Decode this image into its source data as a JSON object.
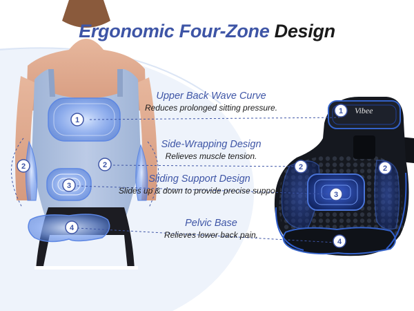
{
  "title": {
    "part1": "Ergonomic Four-Zone",
    "part2": "Design"
  },
  "zones": [
    {
      "title": "Upper Back Wave Curve",
      "desc": "Reduces prolonged sitting pressure."
    },
    {
      "title": "Side-Wrapping Design",
      "desc": "Relieves muscle tension."
    },
    {
      "title": "Sliding Support Design",
      "desc": "Slides up & down to provide precise support"
    },
    {
      "title": "Pelvic Base",
      "desc": "Relieves lower back pain."
    }
  ],
  "markers": {
    "upper": "1",
    "side": "2",
    "sliding": "3",
    "pelvic": "4"
  },
  "brand_logo": "Vibee",
  "colors": {
    "accent_blue": "#3e55a6",
    "marker_blue": "#4a74d8",
    "cushion_black": "#15181f",
    "dark_text": "#1a1a1a"
  }
}
